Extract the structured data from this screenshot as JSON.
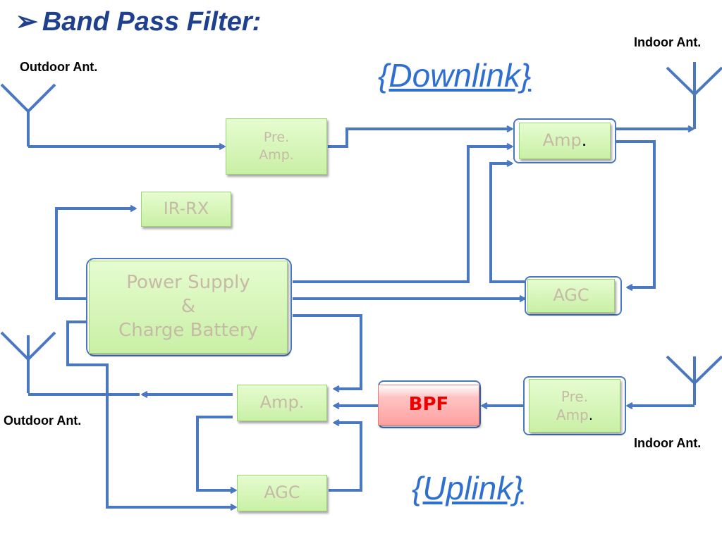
{
  "title": {
    "bullet": "➢",
    "text": "Band Pass Filter:"
  },
  "antennas": {
    "outdoor_top": "Outdoor Ant.",
    "indoor_top": "Indoor Ant.",
    "outdoor_bottom": "Outdoor Ant.",
    "indoor_bottom": "Indoor Ant."
  },
  "headings": {
    "downlink": "{Downlink}",
    "uplink": "{Uplink}"
  },
  "blocks": {
    "pre_amp_top": {
      "line1": "Pre.",
      "line2": "Amp."
    },
    "amp_top": {
      "text": "Amp",
      "dot": "."
    },
    "ir_rx": "IR-RX",
    "agc_top": "AGC",
    "power_supply": {
      "line1": "Power Supply",
      "line2": "&",
      "line3": "Charge Battery"
    },
    "amp_bottom": "Amp.",
    "bpf": "BPF",
    "pre_amp_bottom": {
      "line1": "Pre.",
      "line2": "Amp",
      "dot": "."
    },
    "agc_bottom": "AGC"
  },
  "colors": {
    "wire": "#4a78c0",
    "block_fill": "#d6f5b8",
    "bpf_fill": "#ffb0b0",
    "title": "#1f3f8f",
    "heading": "#2f6fd0"
  }
}
